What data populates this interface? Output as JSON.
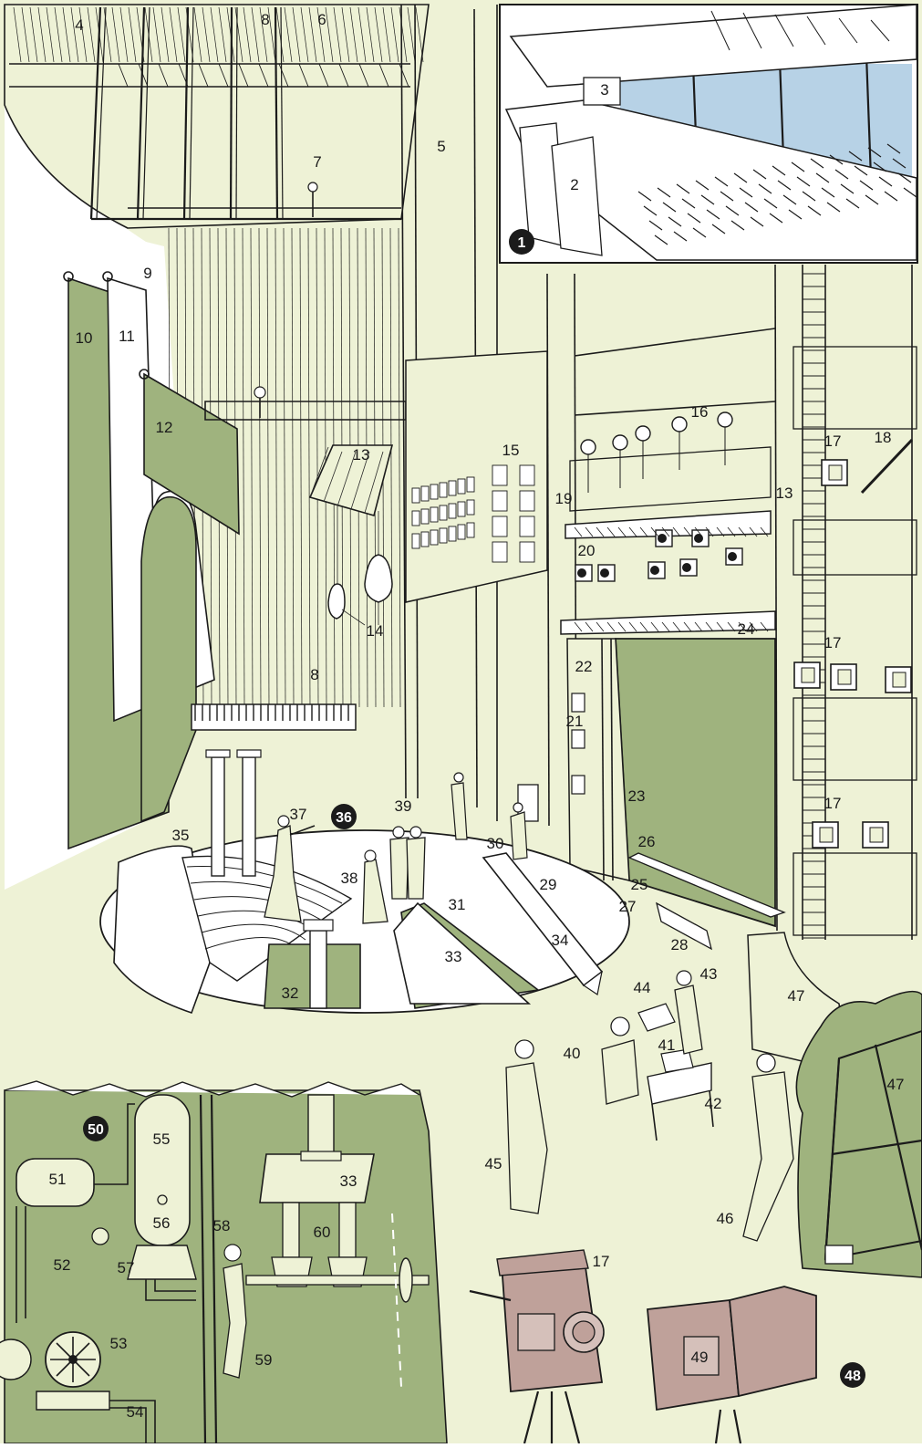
{
  "colors": {
    "background": "#eef2d6",
    "olive": "#9fb37e",
    "white": "#ffffff",
    "ink": "#1b1b1b",
    "window": "#b7d2e6",
    "camera": "#bfa19a"
  },
  "badges": [
    "1",
    "36",
    "48",
    "50"
  ],
  "labels": [
    "2",
    "3",
    "4",
    "5",
    "6",
    "7",
    "8",
    "9",
    "10",
    "11",
    "12",
    "13",
    "14",
    "15",
    "16",
    "17",
    "18",
    "19",
    "20",
    "21",
    "22",
    "23",
    "24",
    "25",
    "26",
    "27",
    "28",
    "29",
    "30",
    "31",
    "32",
    "33",
    "34",
    "35",
    "37",
    "38",
    "39",
    "40",
    "41",
    "42",
    "43",
    "44",
    "45",
    "46",
    "47",
    "49",
    "51",
    "52",
    "53",
    "54",
    "55",
    "56",
    "57",
    "58",
    "59",
    "60"
  ],
  "labels_repeated": {
    "8": "8",
    "13": "13",
    "17": "17",
    "33": "33",
    "47": "47"
  }
}
